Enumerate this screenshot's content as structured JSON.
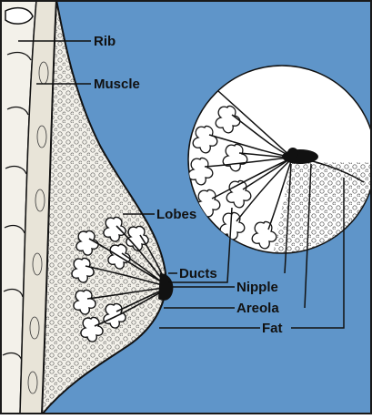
{
  "diagram": {
    "colors": {
      "background": "#5f95c9",
      "tissue": "#f3f1ea",
      "ink": "#111111",
      "frame": "#1a1a1a"
    },
    "labels": {
      "rib": "Rib",
      "muscle": "Muscle",
      "lobes": "Lobes",
      "ducts": "Ducts",
      "nipple": "Nipple",
      "areola": "Areola",
      "fat": "Fat"
    }
  }
}
